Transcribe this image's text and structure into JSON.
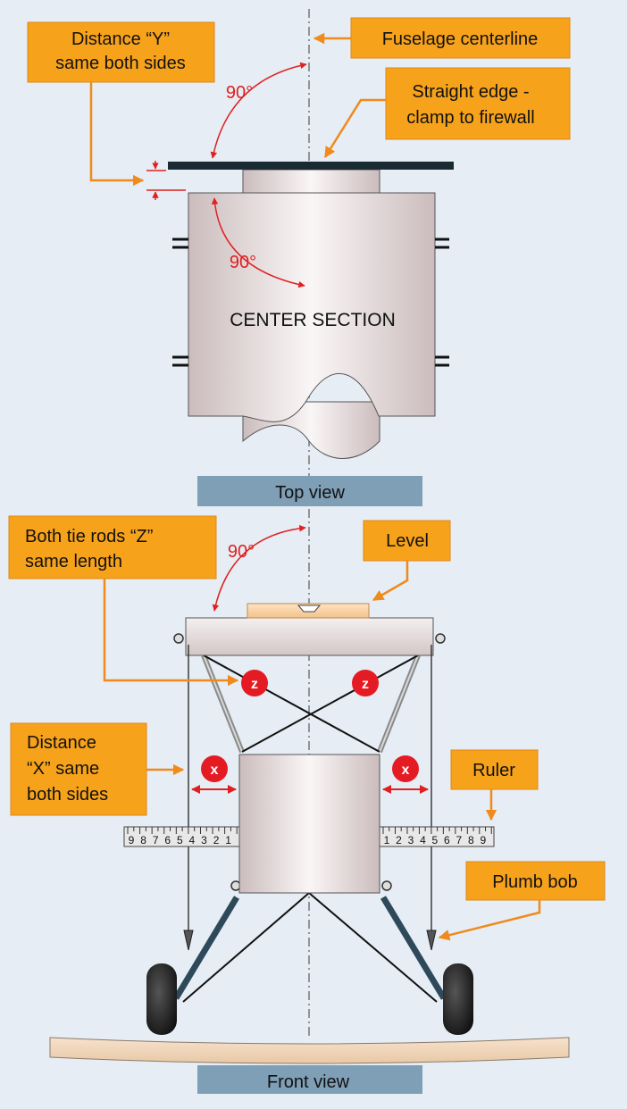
{
  "callouts": {
    "distance_y_line1": "Distance “Y”",
    "distance_y_line2": "same both sides",
    "fuselage_centerline": "Fuselage centerline",
    "straight_edge_line1": "Straight edge -",
    "straight_edge_line2": "clamp to firewall",
    "tie_rods_line1": "Both tie rods “Z”",
    "tie_rods_line2": "same length",
    "level": "Level",
    "distance_x_line1": "Distance",
    "distance_x_line2": "“X” same",
    "distance_x_line3": "both sides",
    "ruler": "Ruler",
    "plumb_bob": "Plumb bob"
  },
  "angles": {
    "top_upper": "90°",
    "top_lower": "90°",
    "front_upper": "90°"
  },
  "labels": {
    "center_section": "CENTER SECTION",
    "top_view": "Top view",
    "front_view": "Front view",
    "z_marker": "z",
    "x_marker": "x"
  },
  "ruler_left_ticks": [
    "9",
    "8",
    "7",
    "6",
    "5",
    "4",
    "3",
    "2",
    "1"
  ],
  "ruler_right_ticks": [
    "1",
    "2",
    "3",
    "4",
    "5",
    "6",
    "7",
    "8",
    "9"
  ],
  "colors": {
    "callout_fill": "#f7a21b",
    "callout_border": "#e0881a",
    "leader_arrow": "#f08a1c",
    "angle_arrow": "#e02020",
    "marker_red": "#e51b23",
    "view_bar": "#7f9fb6",
    "background": "#e6edf4"
  }
}
